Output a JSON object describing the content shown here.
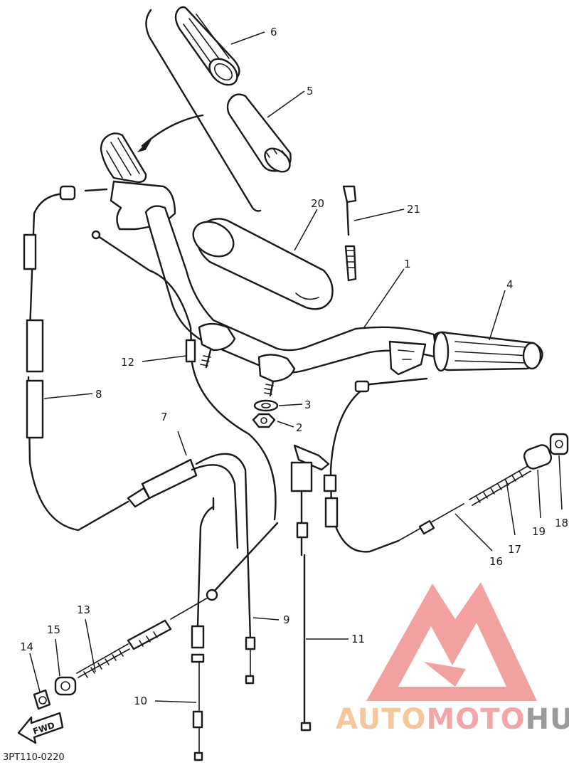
{
  "diagram": {
    "callouts": {
      "p1": "1",
      "p2": "2",
      "p3": "3",
      "p4": "4",
      "p5": "5",
      "p6": "6",
      "p7": "7",
      "p8": "8",
      "p9": "9",
      "p10": "10",
      "p11": "11",
      "p12": "12",
      "p13": "13",
      "p14": "14",
      "p15": "15",
      "p16": "16",
      "p17": "17",
      "p18": "18",
      "p19": "19",
      "p20": "20",
      "p21": "21"
    },
    "fwd_label": "FWD",
    "drawing_code": "3PT110-0220"
  },
  "watermark": {
    "text_auto": "AUTO",
    "text_moto": "MOTO",
    "text_hub": "HUB",
    "colors": {
      "auto": "#f6c79a",
      "moto": "#f3a6a6",
      "hub": "#9a9a9a",
      "logo": "#f08a8a"
    }
  }
}
